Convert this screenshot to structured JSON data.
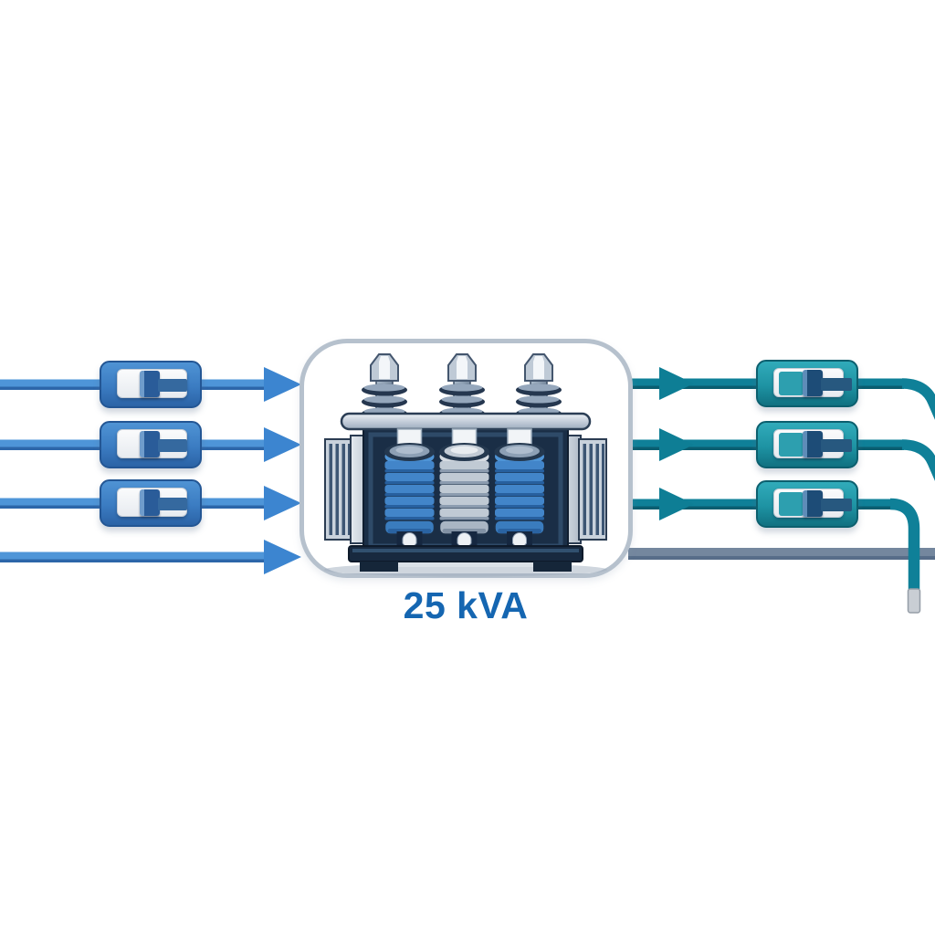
{
  "label": {
    "transformer_rating": "25 kVA"
  },
  "diagram": {
    "description": "Three-phase distribution transformer with primary feeder lines, secondary feeder lines and inline cutout switches",
    "transformer": {
      "rating_label": "25 kVA",
      "bushing_count": 3,
      "coil_count": 3,
      "body_color_hex": "#1A2E46",
      "coil_colors": [
        "blue",
        "silver",
        "blue"
      ]
    },
    "primary_side": {
      "wire_count": 4,
      "switch_count": 3,
      "wire_color_hex": "#4E95D8",
      "arrow_color_hex": "#3C85D0",
      "switch_color_hex": "#3B7CC2"
    },
    "secondary_side": {
      "wire_count": 4,
      "switch_count": 3,
      "wire_color_hex": "#0F8098",
      "neutral_wire_color_hex": "#74879E",
      "switch_color_hex": "#1E93A3",
      "wire_tip_color_hex": "#C9CED4"
    },
    "enclosure_border_color_hex": "#B6C1CD",
    "label_color_hex": "#1566B1"
  }
}
